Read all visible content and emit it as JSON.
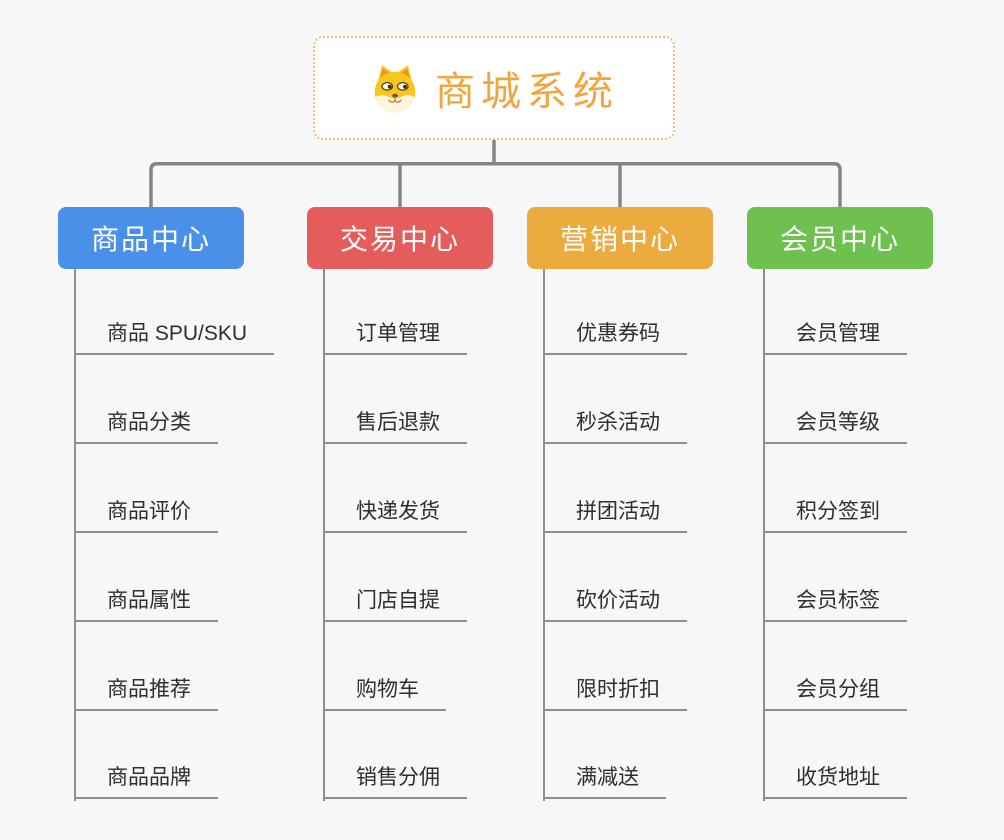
{
  "root": {
    "title": "商城系统",
    "icon": "dog-logo-icon"
  },
  "colors": {
    "background": "#f7f7f7",
    "connector": "#858585",
    "root_text": "#f0a63c",
    "root_border": "#f0be72",
    "leaf_text": "#2e2e2e",
    "leaf_underline": "#8f8f8f"
  },
  "branches": [
    {
      "label": "商品中心",
      "color": "#4b90e8",
      "children": [
        "商品 SPU/SKU",
        "商品分类",
        "商品评价",
        "商品属性",
        "商品推荐",
        "商品品牌"
      ]
    },
    {
      "label": "交易中心",
      "color": "#e55c5c",
      "children": [
        "订单管理",
        "售后退款",
        "快递发货",
        "门店自提",
        "购物车",
        "销售分佣"
      ]
    },
    {
      "label": "营销中心",
      "color": "#ecab3e",
      "children": [
        "优惠券码",
        "秒杀活动",
        "拼团活动",
        "砍价活动",
        "限时折扣",
        "满减送"
      ]
    },
    {
      "label": "会员中心",
      "color": "#6ec04f",
      "children": [
        "会员管理",
        "会员等级",
        "积分签到",
        "会员标签",
        "会员分组",
        "收货地址"
      ]
    }
  ]
}
